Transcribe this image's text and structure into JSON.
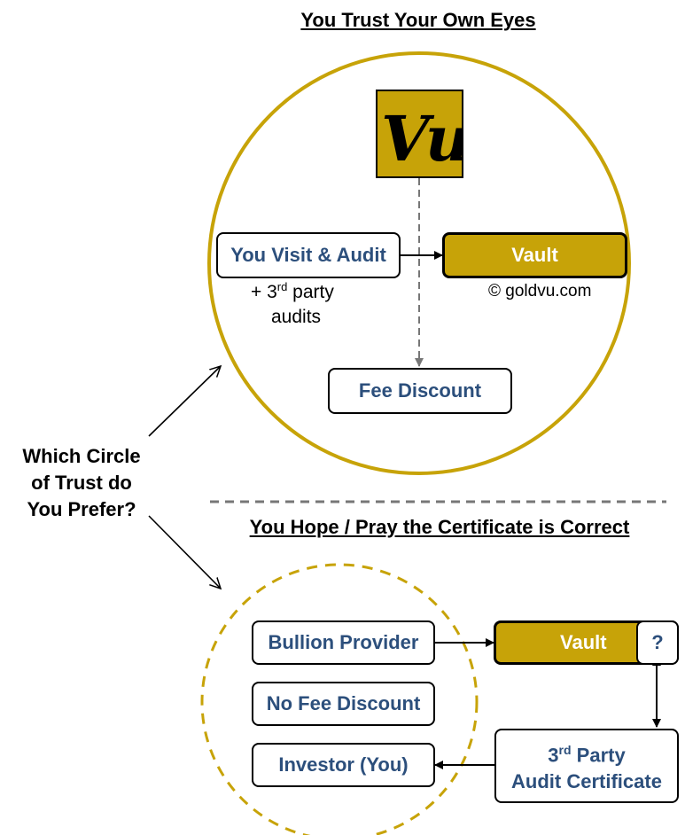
{
  "top": {
    "heading": "You Trust Your Own Eyes",
    "logo_text": "Vu",
    "visit_label": "You Visit & Audit",
    "third_party_prefix": "+ 3",
    "third_party_sup": "rd",
    "third_party_suffix": " party",
    "third_party_line2": "audits",
    "vault_label": "Vault",
    "copyright": "© goldvu.com",
    "fee_label": "Fee Discount"
  },
  "question": {
    "line1": "Which Circle",
    "line2": "of Trust do",
    "line3": "You Prefer?"
  },
  "bottom": {
    "heading": "You Hope / Pray the Certificate is Correct",
    "bullion_label": "Bullion Provider",
    "vault_label": "Vault",
    "vault_q": "?",
    "nofee_label": "No Fee Discount",
    "investor_label": "Investor (You)",
    "cert_prefix": "3",
    "cert_sup": "rd",
    "cert_suffix": " Party",
    "cert_line2": "Audit Certificate"
  },
  "colors": {
    "gold": "#c7a308",
    "label_blue": "#2c4f7c",
    "dash_gray": "#777777"
  }
}
